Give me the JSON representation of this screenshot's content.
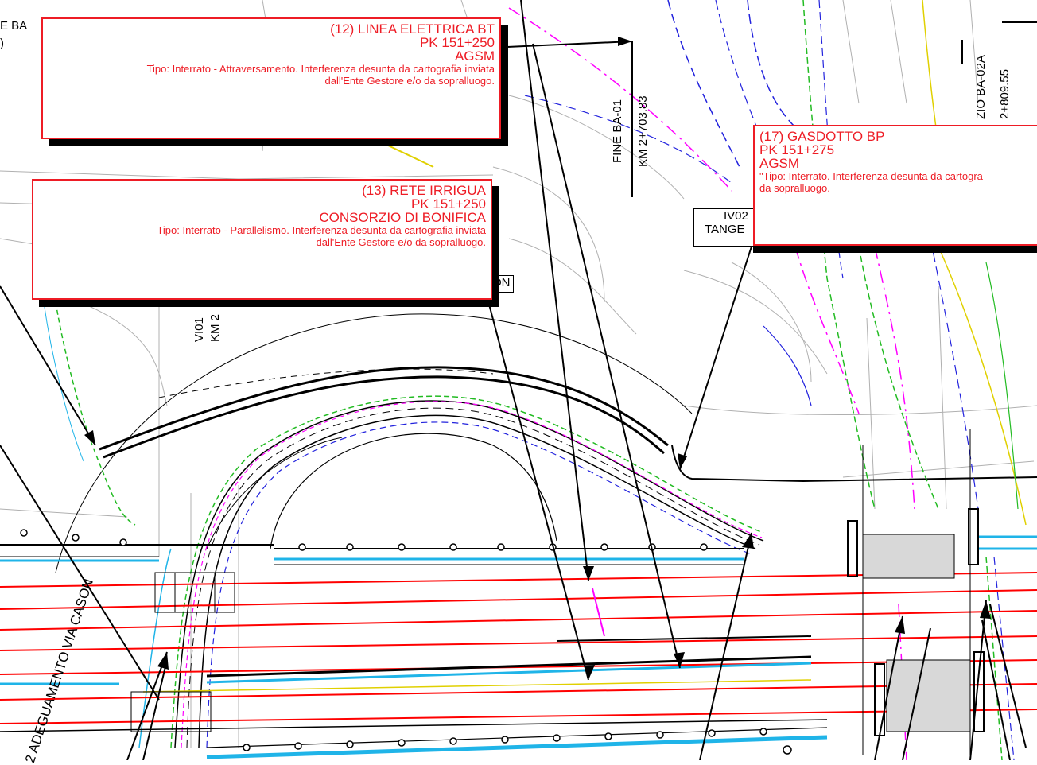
{
  "callout12": {
    "title": "(12) LINEA ELETTRICA BT",
    "pk": "PK 151+250",
    "owner": "AGSM",
    "desc1": "Tipo: Interrato - Attraversamento. Interferenza desunta da cartografia inviata",
    "desc2": "dall'Ente Gestore e/o da sopralluogo."
  },
  "callout13": {
    "title": "(13) RETE IRRIGUA",
    "pk": "PK 151+250",
    "owner": "CONSORZIO DI BONIFICA",
    "desc1": "Tipo: Interrato - Parallelismo. Interferenza desunta da cartografia inviata",
    "desc2": "dall'Ente Gestore e/o da sopralluogo."
  },
  "callout17": {
    "title": "(17) GASDOTTO BP",
    "pk": "PK 151+275",
    "owner": "AGSM",
    "desc1": "\"Tipo: Interrato.  Interferenza desunta da cartogra",
    "desc2": "da sopralluogo."
  },
  "labels": {
    "fine_ba01": "FINE BA-01",
    "km_2703": "KM 2+703.83",
    "zio_ba02a": "ZIO BA-02A",
    "km_2809": "2+809.55",
    "iv02": "IV02",
    "tange": "TANGE",
    "vi01": "VI01",
    "km2": "KM 2",
    "son": "SON",
    "adeguamento": "2 ADEGUAMENTO VIA CASON",
    "e_ba": "E BA",
    "paren": ")"
  },
  "colors": {
    "callout_red": "#ee1c25",
    "rail_red": "#ff0000",
    "water_cyan": "#1fb4e8",
    "gas_magenta": "#ff00ff",
    "green": "#22bb22",
    "blue": "#2222dd",
    "yellow": "#e0d000"
  }
}
